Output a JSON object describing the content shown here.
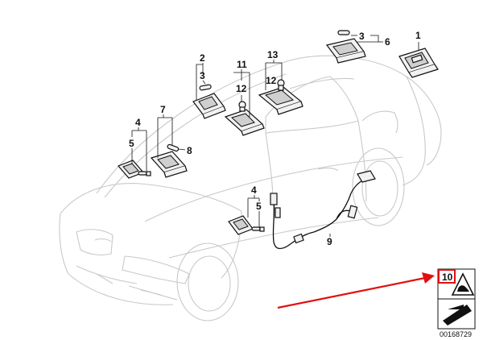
{
  "diagram": {
    "callouts": [
      {
        "id": "c1",
        "text": "1"
      },
      {
        "id": "c2",
        "text": "2"
      },
      {
        "id": "c3a",
        "text": "3"
      },
      {
        "id": "c3b",
        "text": "3"
      },
      {
        "id": "c4a",
        "text": "4"
      },
      {
        "id": "c4b",
        "text": "4"
      },
      {
        "id": "c5a",
        "text": "5"
      },
      {
        "id": "c5b",
        "text": "5"
      },
      {
        "id": "c6",
        "text": "6"
      },
      {
        "id": "c7",
        "text": "7"
      },
      {
        "id": "c8",
        "text": "8"
      },
      {
        "id": "c9",
        "text": "9"
      },
      {
        "id": "c11",
        "text": "11"
      },
      {
        "id": "c12a",
        "text": "12"
      },
      {
        "id": "c12b",
        "text": "12"
      },
      {
        "id": "c13",
        "text": "13"
      }
    ],
    "legend_box": {
      "number": "10"
    },
    "document_number": "00168729",
    "colors": {
      "arrow": "#e01010",
      "highlight_box": "#e01010",
      "ink": "#111111",
      "car_outline": "#c9c9c9"
    }
  }
}
